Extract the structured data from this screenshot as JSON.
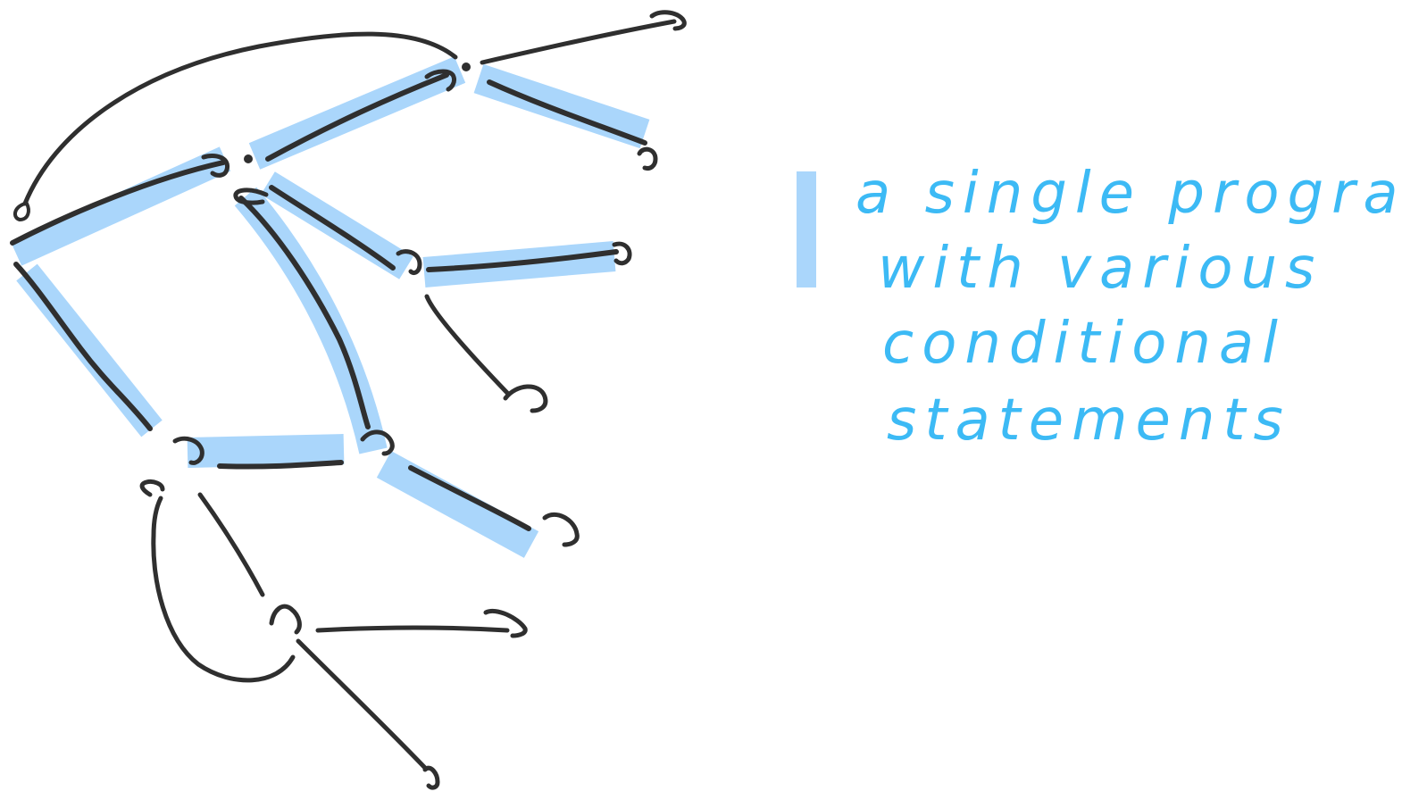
{
  "colors": {
    "ink": "#2f2f2f",
    "highlight": "#aad6fb",
    "note": "#3cbaf5"
  },
  "note": {
    "line1": "a single program",
    "line2": "with various",
    "line3": "conditional",
    "line4": "statements"
  },
  "icons": {
    "bracket": "highlight-bracket-icon"
  }
}
